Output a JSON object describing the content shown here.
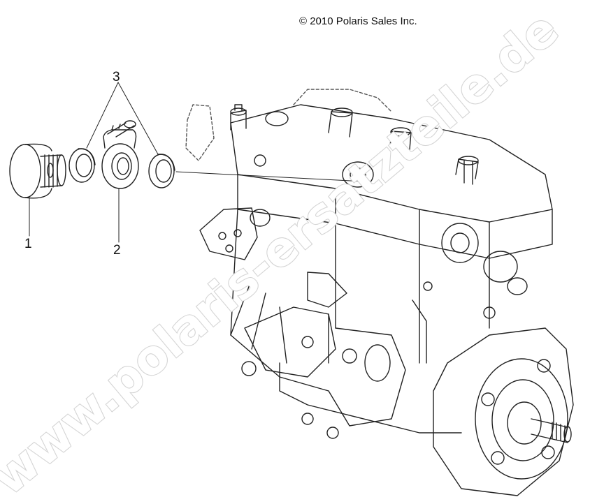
{
  "copyright": "© 2010 Polaris Sales Inc.",
  "watermark": "www.polaris-ersatzteile.de",
  "callouts": {
    "one": "1",
    "two": "2",
    "three": "3"
  },
  "colors": {
    "line": "#222222",
    "dash": "#444444",
    "watermark_fill": "#ffffff",
    "watermark_stroke": "#d8d8d8"
  }
}
